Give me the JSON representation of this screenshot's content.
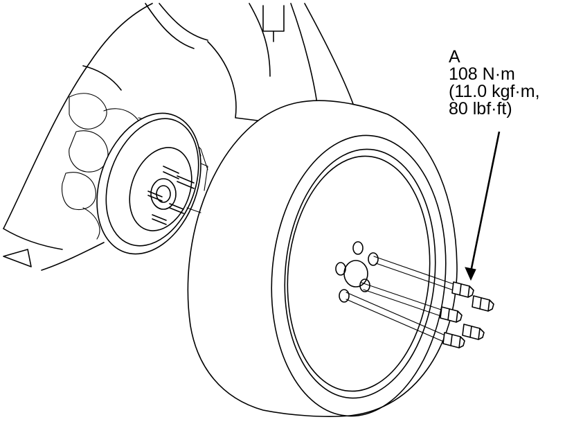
{
  "callout": {
    "letter": "A",
    "torque_nm": "108 N·m",
    "torque_kgf": "(11.0 kgf·m,",
    "torque_lbf": "80 lbf·ft)"
  }
}
